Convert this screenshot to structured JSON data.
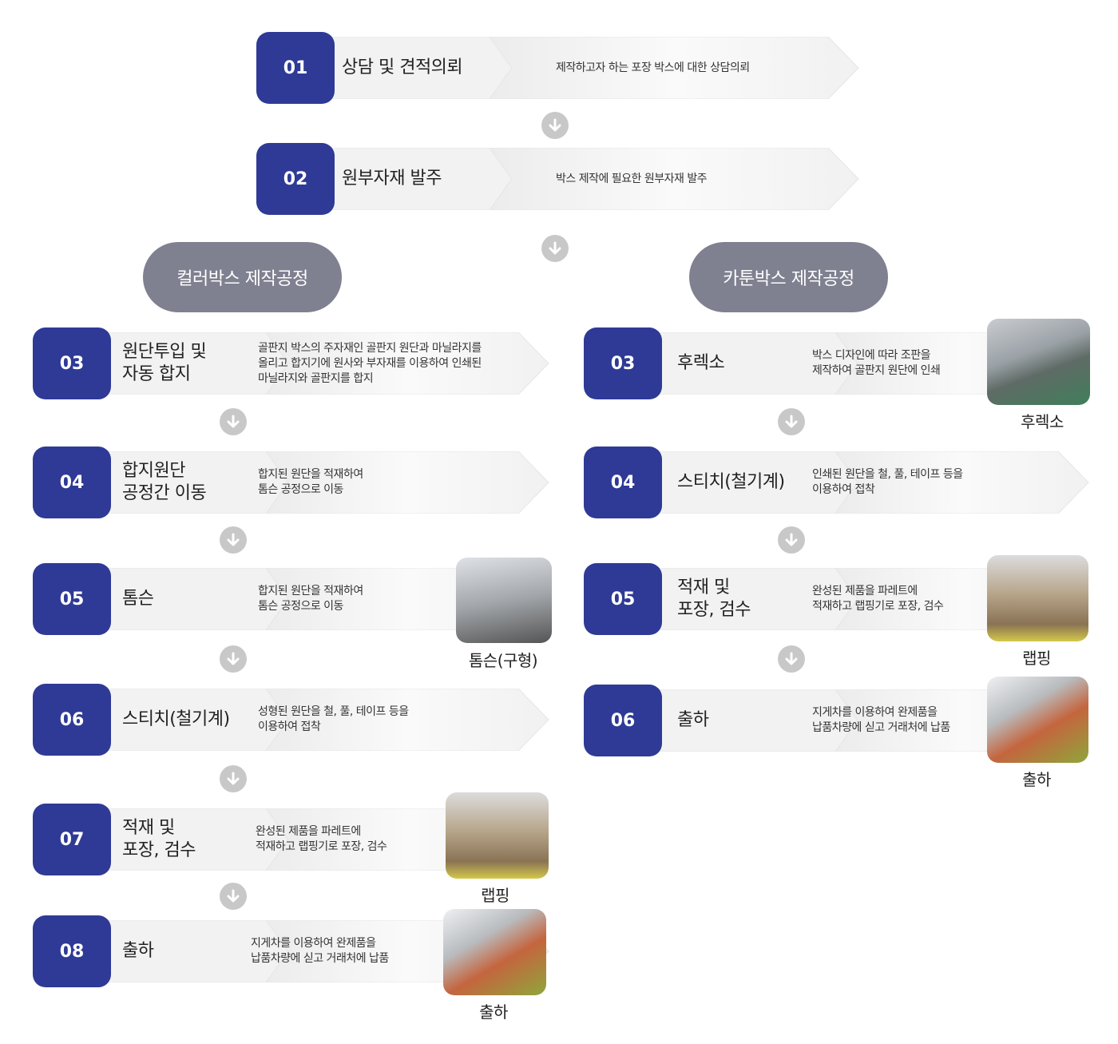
{
  "colors": {
    "number_box": "#2e3a96",
    "pill": "#7f8090",
    "arrow": "#c8c8c8"
  },
  "common_steps": [
    {
      "number": "01",
      "title": "상담 및 견적의뢰",
      "description": "제작하고자 하는 포장 박스에 대한 상담의뢰"
    },
    {
      "number": "02",
      "title": "원부자재 발주",
      "description": "박스 제작에 필요한 원부자재 발주"
    }
  ],
  "color_box": {
    "heading": "컬러박스 제작공정",
    "steps": [
      {
        "number": "03",
        "title": "원단투입 및\n자동 합지",
        "description": "골판지 박스의 주자재인 골판지 원단과 마닐라지를\n올리고 합지기에 원사와 부자재를 이용하여 인쇄된\n마닐라지와 골판지를 합지"
      },
      {
        "number": "04",
        "title": "합지원단\n공정간 이동",
        "description": "합지된 원단을 적재하여\n톰슨 공정으로 이동"
      },
      {
        "number": "05",
        "title": "톰슨",
        "description": "합지된 원단을 적재하여\n톰슨 공정으로 이동",
        "photo_caption": "톰슨(구형)"
      },
      {
        "number": "06",
        "title": "스티치(철기계)",
        "description": "성형된 원단을 철, 풀, 테이프 등을\n이용하여 접착"
      },
      {
        "number": "07",
        "title": "적재 및\n포장, 검수",
        "description": "완성된 제품을 파레트에\n적재하고 랩핑기로 포장, 검수",
        "photo_caption": "랩핑"
      },
      {
        "number": "08",
        "title": "출하",
        "description": "지게차를 이용하여 완제품을\n납품차량에 싣고 거래처에 납품",
        "photo_caption": "출하"
      }
    ]
  },
  "carton_box": {
    "heading": "카툰박스 제작공정",
    "steps": [
      {
        "number": "03",
        "title": "후렉소",
        "description": "박스 디자인에 따라 조판을\n제작하여 골판지 원단에 인쇄",
        "photo_caption": "후렉소"
      },
      {
        "number": "04",
        "title": "스티치(철기계)",
        "description": "인쇄된 원단을 철, 풀, 테이프 등을\n이용하여 접착"
      },
      {
        "number": "05",
        "title": "적재 및\n포장, 검수",
        "description": "완성된 제품을 파레트에\n적재하고 랩핑기로 포장, 검수",
        "photo_caption": "랩핑"
      },
      {
        "number": "06",
        "title": "출하",
        "description": "지게차를 이용하여 완제품을\n납품차량에 싣고 거래처에 납품",
        "photo_caption": "출하"
      }
    ]
  }
}
